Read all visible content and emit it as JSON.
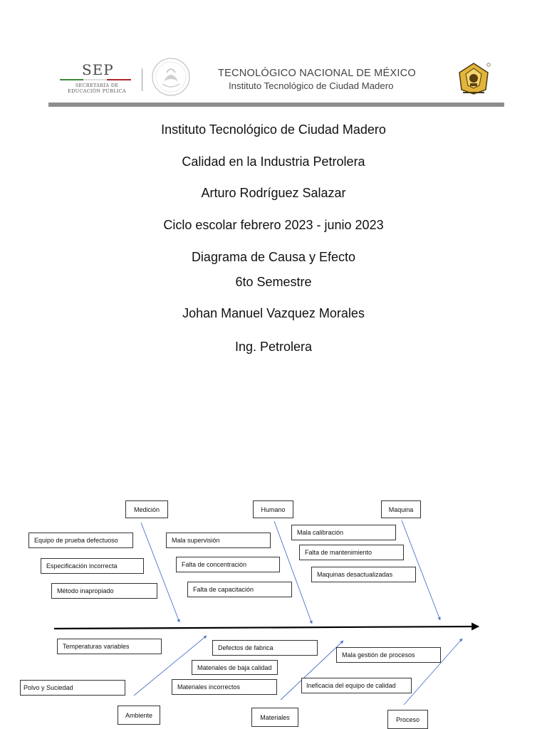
{
  "header": {
    "sep_word": "SEP",
    "sep_subtitle_1": "SECRETARÍA DE",
    "sep_subtitle_2": "EDUCACIÓN PÚBLICA",
    "institution_line_1": "TECNOLÓGICO NACIONAL DE MÉXICO",
    "institution_line_2": "Instituto Tecnológico de Ciudad Madero"
  },
  "title_block": {
    "institute": "Instituto Tecnológico de Ciudad Madero",
    "course": "Calidad en la Industria Petrolera",
    "teacher": "Arturo Rodríguez Salazar",
    "period": "Ciclo escolar febrero 2023 - junio 2023",
    "document_title": "Diagrama de Causa y Efecto",
    "semester": "6to Semestre",
    "student": "Johan Manuel Vazquez Morales",
    "career": "Ing. Petrolera"
  },
  "diagram": {
    "categories": {
      "medicion": "Medición",
      "humano": "Humano",
      "maquina": "Maquina",
      "ambiente": "Ambiente",
      "materiales": "Materiales",
      "proceso": "Proceso"
    },
    "causes": {
      "medicion": [
        "Equipo de prueba defectuoso",
        "Especificación incorrecta",
        "Método inapropiado"
      ],
      "humano": [
        "Mala supervisión",
        "Falta de concentración",
        "Falta de capacitación"
      ],
      "maquina": [
        "Mala calibración",
        "Falta de mantenimiento",
        "Maquinas desactualizadas"
      ],
      "ambiente": [
        "Temperaturas variables",
        "Polvo y Suciedad"
      ],
      "materiales": [
        "Defectos de fabrica",
        "Materiales de baja calidad",
        "Materiales incorrectos"
      ],
      "proceso": [
        "Mala gestión de procesos",
        "Ineficacia del equipo de calidad"
      ]
    },
    "colors": {
      "spine": "#000000",
      "bones": "#4a72c4",
      "box_border": "#333333"
    }
  }
}
